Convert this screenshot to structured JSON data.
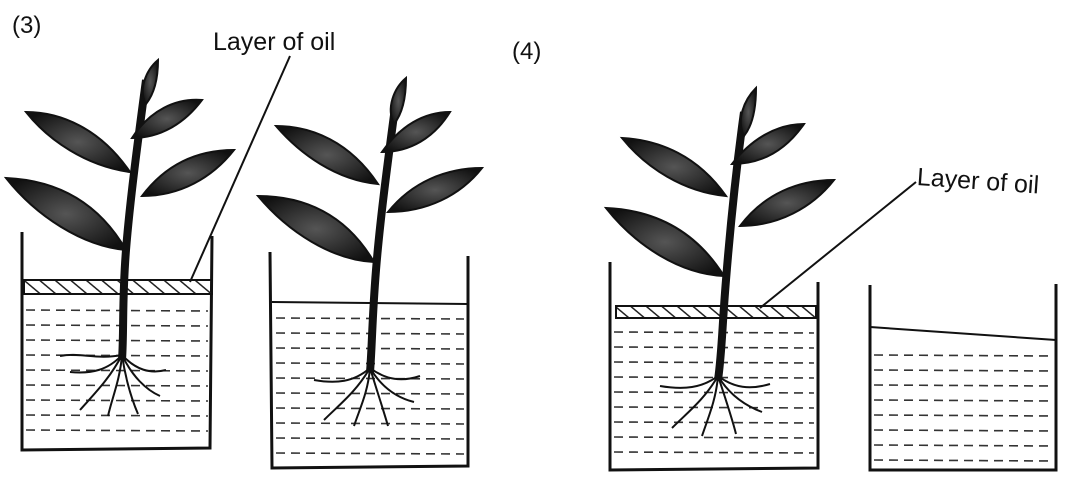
{
  "panel_3": {
    "number": "(3)",
    "label": "Layer of oil"
  },
  "panel_4": {
    "number": "(4)",
    "label": "Layer of oil"
  }
}
